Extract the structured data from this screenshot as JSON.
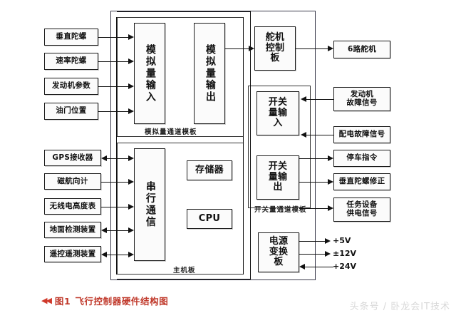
{
  "figure": {
    "caption_marker": "◀◀",
    "caption_number": "图1",
    "caption_title": "飞行控制器硬件结构图",
    "watermark": "头条号 / 卧龙会IT技术"
  },
  "colors": {
    "line": "#111111",
    "box_fill": "#fbfbfb",
    "caption": "#c0392b",
    "watermark": "#d8d8d8"
  },
  "left_sensors_top": [
    {
      "label": "垂直陀螺"
    },
    {
      "label": "速率陀螺"
    },
    {
      "label": "发动机参数"
    },
    {
      "label": "油门位置"
    }
  ],
  "left_sensors_bottom": [
    {
      "label": "GPS接收器"
    },
    {
      "label": "磁航向计"
    },
    {
      "label": "无线电高度表"
    },
    {
      "label": "地面检测装置"
    },
    {
      "label": "遥控遥测装置"
    }
  ],
  "right_devices": [
    {
      "label": "6路舵机"
    },
    {
      "label": "发动机\n故障信号",
      "line1": "发动机",
      "line2": "故障信号"
    },
    {
      "label": "配电故障信号"
    },
    {
      "label": "停车指令"
    },
    {
      "label": "垂直陀螺修正"
    },
    {
      "label": "任务设备\n供电信号",
      "line1": "任务设备",
      "line2": "供电信号"
    }
  ],
  "modules": {
    "analog_channel_board": {
      "label": "模拟量通道模板",
      "blocks": [
        {
          "label": "模拟量输入"
        },
        {
          "label": "模拟量输出"
        }
      ]
    },
    "digital_channel_board": {
      "label": "开关量通道模板",
      "blocks": [
        {
          "label": "开关量输入"
        },
        {
          "label": "开关量输出"
        }
      ]
    },
    "main_board": {
      "label": "主机板",
      "blocks": [
        {
          "label": "串行通信"
        },
        {
          "label": "存储器"
        },
        {
          "label": "CPU"
        }
      ]
    },
    "servo_control_board": {
      "label": "舵机控制板"
    },
    "power_converter_board": {
      "label": "电源变换板"
    }
  },
  "power_rails": [
    {
      "label": "+5V",
      "direction": "out"
    },
    {
      "label": "±12V",
      "direction": "out"
    },
    {
      "label": "+24V",
      "direction": "in"
    }
  ]
}
